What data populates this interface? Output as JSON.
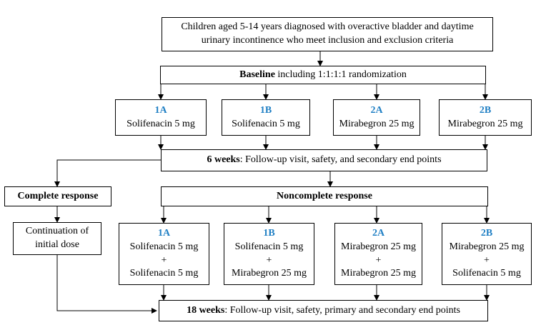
{
  "eligibility": {
    "line1": "Children aged 5-14 years diagnosed with overactive bladder and daytime",
    "line2": "urinary incontinence who meet inclusion and exclusion criteria"
  },
  "baseline": {
    "bold": "Baseline",
    "rest": " including 1:1:1:1 randomization"
  },
  "arms": [
    {
      "label": "1A",
      "drug": "Solifenacin 5 mg"
    },
    {
      "label": "1B",
      "drug": "Solifenacin 5 mg"
    },
    {
      "label": "2A",
      "drug": "Mirabegron 25 mg"
    },
    {
      "label": "2B",
      "drug": "Mirabegron 25 mg"
    }
  ],
  "week6": {
    "bold": "6 weeks",
    "rest": ": Follow-up visit, safety, and secondary end points"
  },
  "complete_response": "Complete response",
  "continuation": {
    "line1": "Continuation of",
    "line2": "initial dose"
  },
  "noncomplete_response": "Noncomplete response",
  "arms2": [
    {
      "label": "1A",
      "drug1": "Solifenacin 5 mg",
      "plus": "+",
      "drug2": "Solifenacin 5 mg"
    },
    {
      "label": "1B",
      "drug1": "Solifenacin 5 mg",
      "plus": "+",
      "drug2": "Mirabegron 25 mg"
    },
    {
      "label": "2A",
      "drug1": "Mirabegron 25 mg",
      "plus": "+",
      "drug2": "Mirabegron 25 mg"
    },
    {
      "label": "2B",
      "drug1": "Mirabegron 25 mg",
      "plus": "+",
      "drug2": "Solifenacin 5 mg"
    }
  ],
  "week18": {
    "bold": "18 weeks",
    "rest": ": Follow-up visit, safety, primary and secondary end points"
  },
  "colors": {
    "arm_label": "#1f7fc4",
    "line": "#000000"
  }
}
